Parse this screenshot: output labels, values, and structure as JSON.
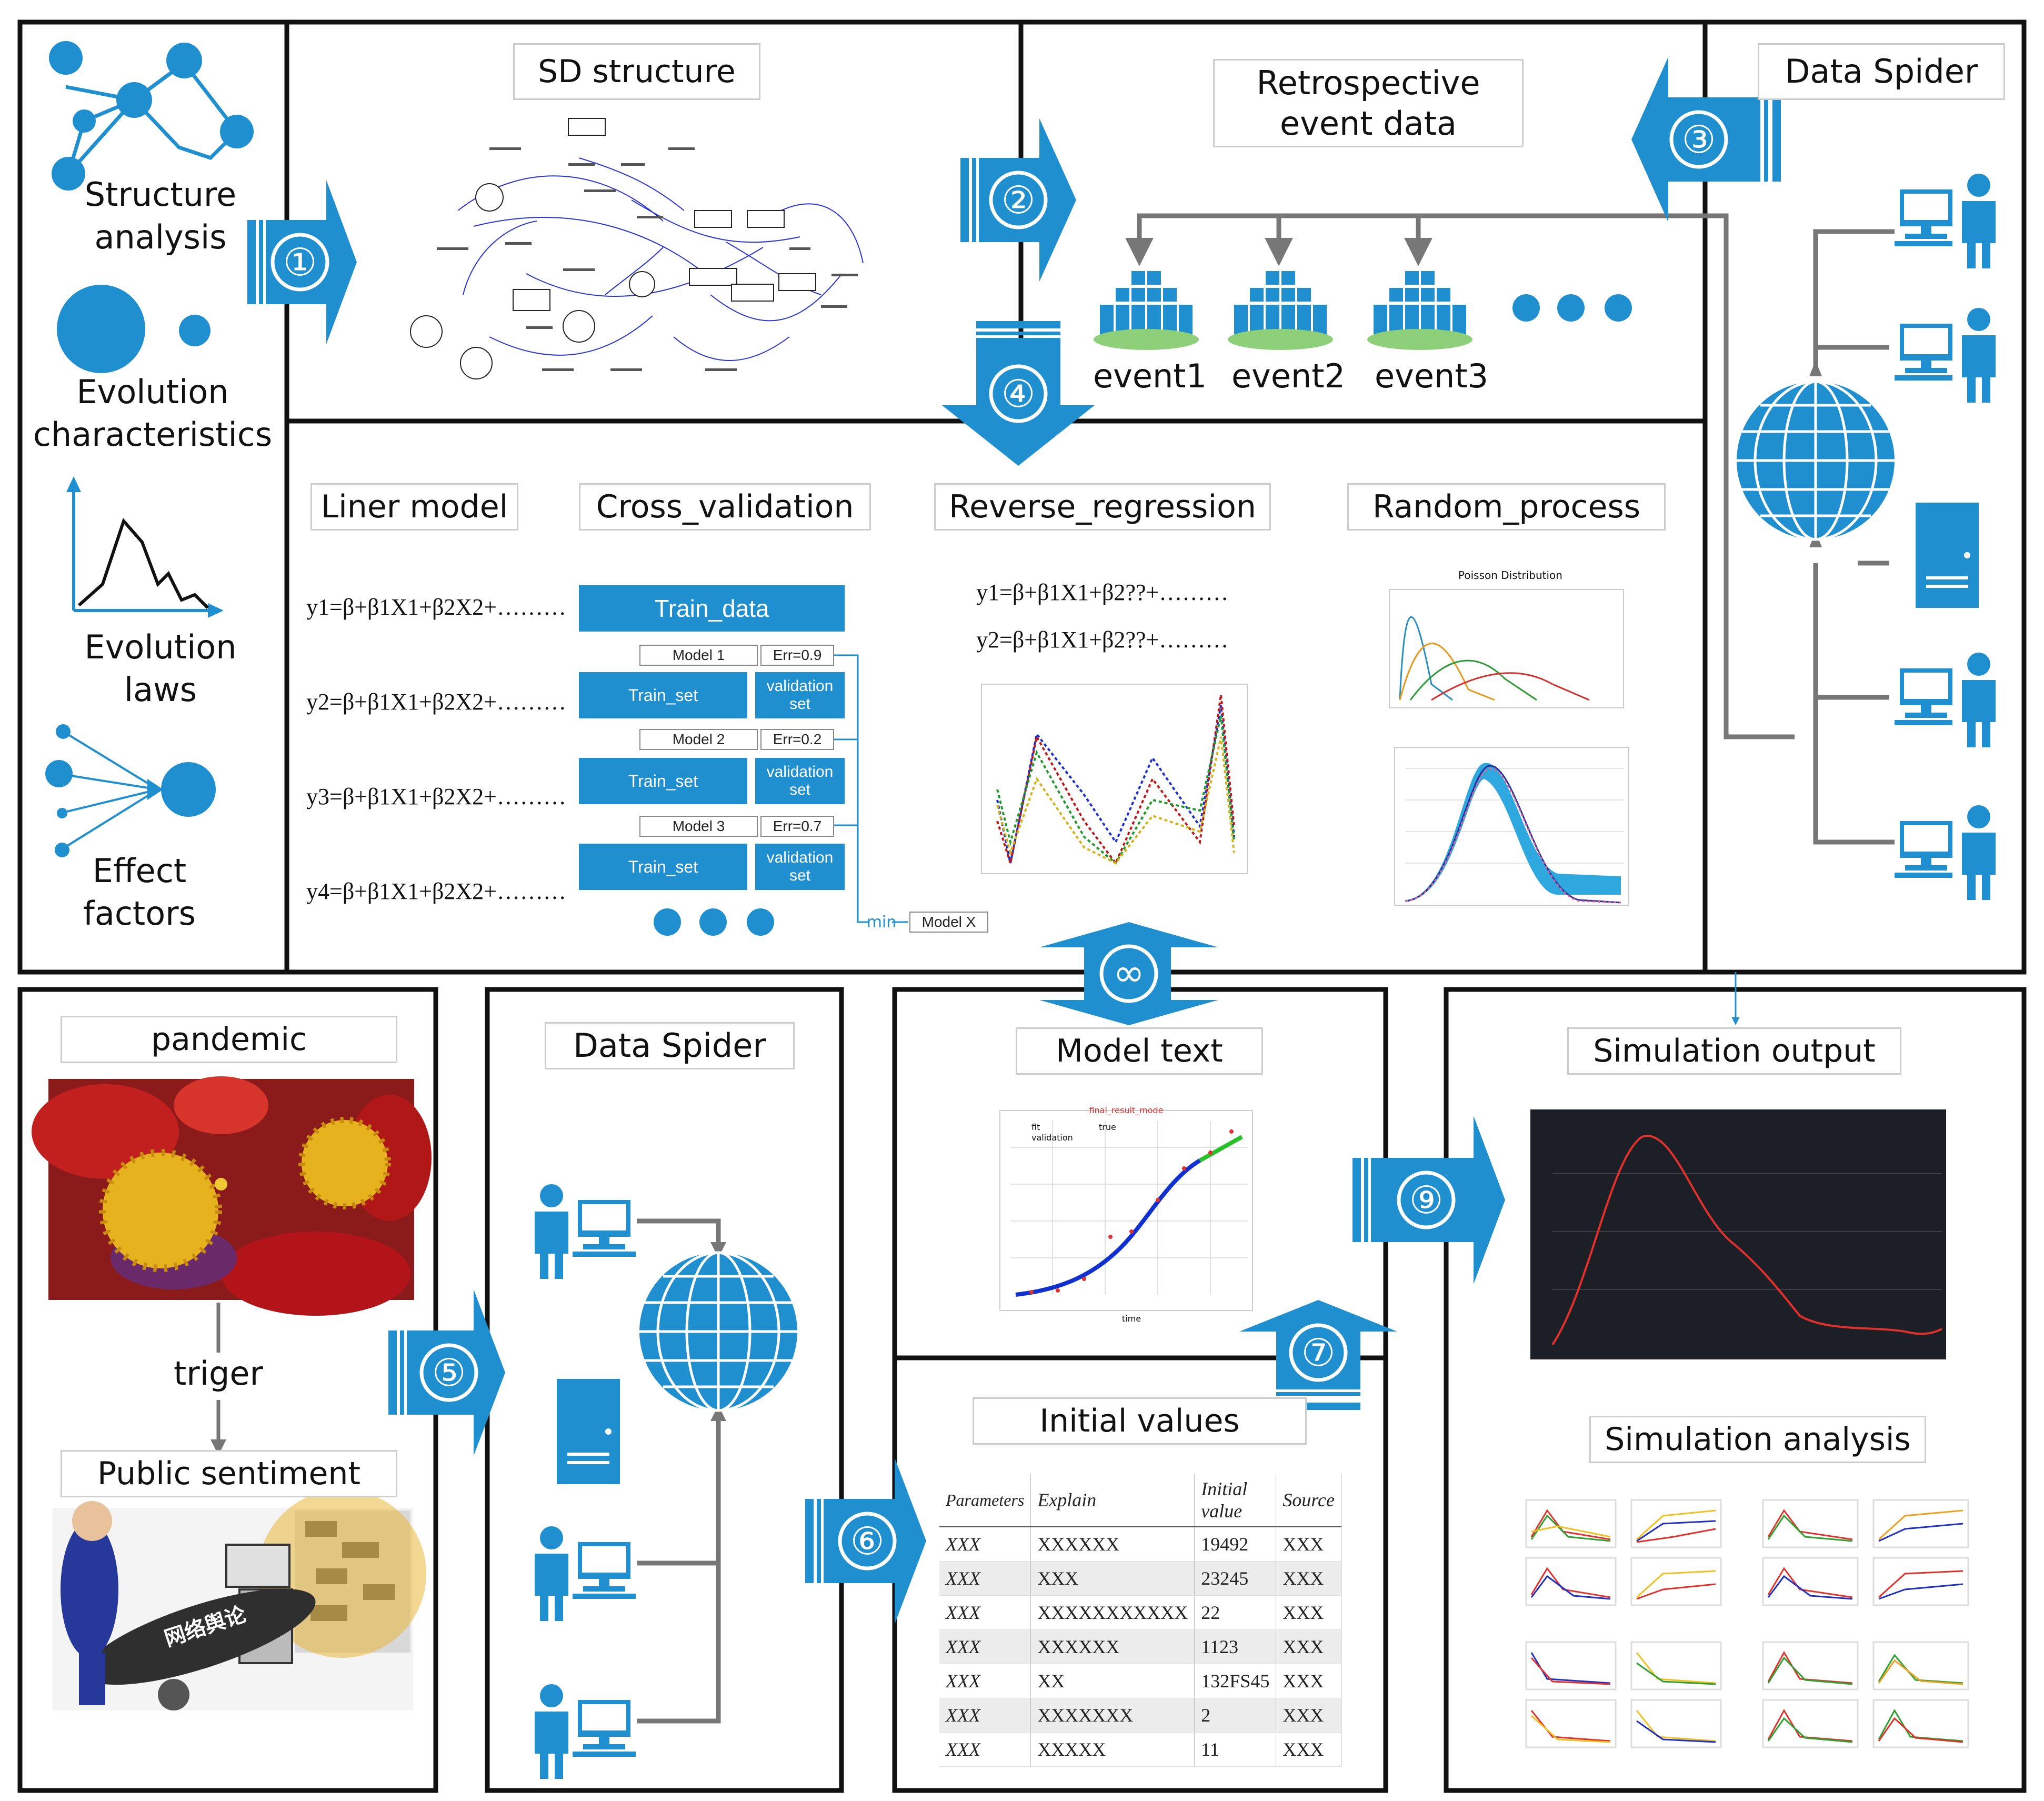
{
  "colors": {
    "accent": "#1f8fd0",
    "border": "#1a1a1a",
    "chart_bg": "#1c1f26",
    "curve": "#e0312d"
  },
  "left_panel": {
    "structure_analysis": "Structure analysis",
    "evolution_characteristics": "Evolution characteristics",
    "evolution_laws": "Evolution laws",
    "effect_factors": "Effect factors"
  },
  "sd_structure": {
    "title": "SD structure"
  },
  "retrospective": {
    "title": "Retrospective event data",
    "events": [
      "event1",
      "event2",
      "event3"
    ]
  },
  "data_spider_top": {
    "title": "Data Spider"
  },
  "models": {
    "liner_model": "Liner model",
    "cross_validation": "Cross_validation",
    "reverse_regression": "Reverse_regression",
    "random_process": "Random_process",
    "equations": [
      "y1=β+β1X1+β2X2+………",
      "y2=β+β1X1+β2X2+………",
      "y3=β+β1X1+β2X2+………",
      "y4=β+β1X1+β2X2+………"
    ],
    "reverse_equations": [
      "y1=β+β1X1+β2??+………",
      "y2=β+β1X1+β2??+………"
    ],
    "train_data": "Train_data",
    "folds": [
      {
        "model": "Model 1",
        "err": "Err=0.9",
        "train": "Train_set",
        "validation": "validation set"
      },
      {
        "model": "Model 2",
        "err": "Err=0.2",
        "train": "Train_set",
        "validation": "validation set"
      },
      {
        "model": "Model 3",
        "err": "Err=0.7",
        "train": "Train_set",
        "validation": "validation set"
      }
    ],
    "min_label": "min",
    "model_x": "Model X",
    "poisson_title": "Poisson Distribution"
  },
  "pandemic_panel": {
    "pandemic": "pandemic",
    "triger": "triger",
    "public_sentiment": "Public sentiment",
    "cartoon_text": "网络舆论"
  },
  "data_spider_bottom": {
    "title": "Data Spider"
  },
  "model_text": {
    "title": "Model text",
    "chart_title": "final_result_mode",
    "legend": [
      "fit",
      "validation",
      "true"
    ],
    "xlabel": "time"
  },
  "initial_values": {
    "title": "Initial values",
    "headers": [
      "Parameters",
      "Explain",
      "Initial value",
      "Source"
    ],
    "rows": [
      [
        "XXX",
        "XXXXXX",
        "19492",
        "XXX"
      ],
      [
        "XXX",
        "XXX",
        "23245",
        "XXX"
      ],
      [
        "XXX",
        "XXXXXXXXXXX",
        "22",
        "XXX"
      ],
      [
        "XXX",
        "XXXXXX",
        "1123",
        "XXX"
      ],
      [
        "XXX",
        "XX",
        "132FS45",
        "XXX"
      ],
      [
        "XXX",
        "XXXXXXX",
        "2",
        "XXX"
      ],
      [
        "XXX",
        "XXXXX",
        "11",
        "XXX"
      ]
    ]
  },
  "simulation": {
    "output_title": "Simulation output",
    "analysis_title": "Simulation analysis"
  },
  "steps": [
    "①",
    "②",
    "③",
    "④",
    "⑤",
    "⑥",
    "⑦",
    "∞",
    "⑨"
  ]
}
